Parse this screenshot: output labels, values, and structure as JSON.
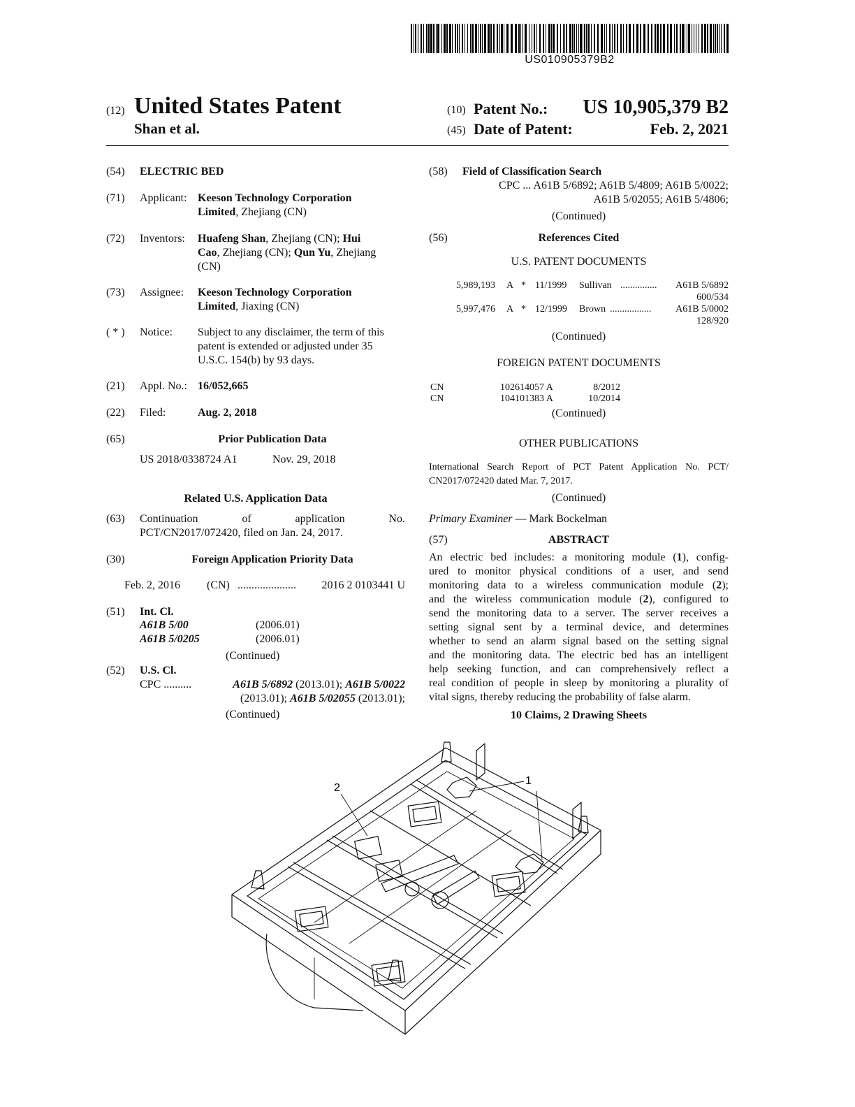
{
  "barcode_text": "US010905379B2",
  "header": {
    "code12": "(12)",
    "title": "United States Patent",
    "inventors_short": "Shan et al.",
    "code10": "(10)",
    "patent_no_label": "Patent No.:",
    "patent_no": "US 10,905,379 B2",
    "code45": "(45)",
    "date_label": "Date of Patent:",
    "date": "Feb. 2, 2021"
  },
  "left": {
    "f54": {
      "code": "(54)",
      "title": "ELECTRIC BED"
    },
    "f71": {
      "code": "(71)",
      "label": "Applicant:",
      "name": "Keeson Technology Corporation",
      "name2": "Limited",
      "loc": ", Zhejiang (CN)"
    },
    "f72": {
      "code": "(72)",
      "label": "Inventors:",
      "n1": "Huafeng Shan",
      "s1": ", Zhejiang (CN);",
      "n2a": "Hui",
      "n2b": "Cao",
      "s2": ", Zhejiang (CN);",
      "n3": "Qun Yu",
      "s3": ", Zhejiang",
      "s4": "(CN)"
    },
    "f73": {
      "code": "(73)",
      "label": "Assignee:",
      "name": "Keeson Technology Corporation",
      "name2": "Limited",
      "loc": ", Jiaxing (CN)"
    },
    "notice": {
      "code": "( * )",
      "label": "Notice:",
      "l1": "Subject to any disclaimer, the term of this",
      "l2": "patent is extended or adjusted under 35",
      "l3": "U.S.C. 154(b) by 93 days."
    },
    "f21": {
      "code": "(21)",
      "label": "Appl. No.:",
      "value": "16/052,665"
    },
    "f22": {
      "code": "(22)",
      "label": "Filed:",
      "value": "Aug. 2, 2018"
    },
    "f65": {
      "code": "(65)",
      "heading": "Prior Publication Data",
      "pub": "US 2018/0338724 A1",
      "date": "Nov. 29, 2018"
    },
    "related_heading": "Related U.S. Application Data",
    "f63": {
      "code": "(63)",
      "w1": "Continuation",
      "w2": "of",
      "w3": "application",
      "w4": "No.",
      "l2": "PCT/CN2017/072420, filed on Jan. 24, 2017."
    },
    "f30": {
      "code": "(30)",
      "heading": "Foreign Application Priority Data",
      "date": "Feb. 2, 2016",
      "country": "(CN)",
      "dots": ".....................",
      "number": "2016 2 0103441 U"
    },
    "f51": {
      "code": "(51)",
      "label": "Int. Cl.",
      "c1": "A61B 5/00",
      "d1": "(2006.01)",
      "c2": "A61B 5/0205",
      "d2": "(2006.01)",
      "cont": "(Continued)"
    },
    "f52": {
      "code": "(52)",
      "label": "U.S. Cl.",
      "cpc": "CPC ..........",
      "c1": "A61B 5/6892",
      "d1": " (2013.01); ",
      "c2": "A61B 5/0022",
      "d2a": "(2013.01); ",
      "c3": "A61B 5/02055",
      "d3": " (2013.01);",
      "cont": "(Continued)"
    }
  },
  "right": {
    "f58": {
      "code": "(58)",
      "heading": "Field of Classification Search",
      "l1": "CPC ... A61B 5/6892; A61B 5/4809; A61B 5/0022;",
      "l2": "A61B 5/02055; A61B 5/4806;",
      "cont": "(Continued)"
    },
    "f56": {
      "code": "(56)",
      "heading": "References Cited"
    },
    "us_heading": "U.S. PATENT DOCUMENTS",
    "us_docs": [
      {
        "num": "5,989,193",
        "kind": "A",
        "star": "*",
        "date": "11/1999",
        "name": "Sullivan",
        "dots": "...............",
        "cls": "A61B 5/6892",
        "sub": "600/534"
      },
      {
        "num": "5,997,476",
        "kind": "A",
        "star": "*",
        "date": "12/1999",
        "name": "Brown",
        "dots": ".................",
        "cls": "A61B 5/0002",
        "sub": "128/920"
      }
    ],
    "us_cont": "(Continued)",
    "foreign_heading": "FOREIGN PATENT DOCUMENTS",
    "foreign_docs": [
      {
        "cc": "CN",
        "num": "102614057 A",
        "date": "8/2012"
      },
      {
        "cc": "CN",
        "num": "104101383 A",
        "date": "10/2014"
      }
    ],
    "foreign_cont": "(Continued)",
    "other_heading": "OTHER PUBLICATIONS",
    "other_l1": "International Search Report of PCT Patent Application No. PCT/",
    "other_l2": "CN2017/072420 dated Mar. 7, 2017.",
    "other_cont": "(Continued)",
    "examiner_label": "Primary Examiner",
    "examiner_sep": " — ",
    "examiner_name": "Mark Bockelman",
    "f57": {
      "code": "(57)",
      "heading": "ABSTRACT"
    },
    "abstract_lines": [
      [
        "An electric bed includes: a monitoring module (",
        "1",
        "), config-"
      ],
      [
        "ured to monitor physical conditions of a user, and send"
      ],
      [
        "monitoring data to a wireless communication module (",
        "2",
        ");"
      ],
      [
        "and the wireless communication module (",
        "2",
        "), configured to"
      ],
      [
        "send the monitoring data to a server. The server receives a"
      ],
      [
        "setting signal sent by a terminal device, and determines"
      ],
      [
        "whether to send an alarm signal based on the setting signal"
      ],
      [
        "and the monitoring data. The electric bed has an intelligent"
      ],
      [
        "help seeking function, and can comprehensively reflect a"
      ],
      [
        "real condition of people in sleep by monitoring a plurality of"
      ],
      [
        "vital signs, thereby reducing the probability of false alarm."
      ]
    ],
    "claims": "10 Claims, 2 Drawing Sheets"
  },
  "figure": {
    "label2": "2",
    "label1": "1"
  }
}
